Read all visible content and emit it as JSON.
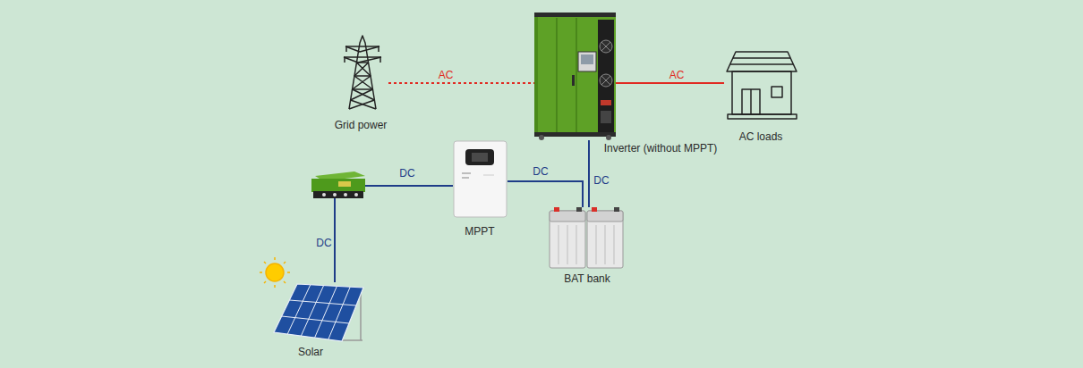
{
  "diagram": {
    "nodes": [
      {
        "text": [
          "Grid power"
        ]
      },
      {
        "text": [
          "Inverter (without MPPT)"
        ]
      },
      {
        "text": [
          "AC loads"
        ]
      },
      {
        "text": [
          "MPPT"
        ]
      },
      {
        "text": [
          "BAT bank"
        ]
      },
      {
        "text": [
          "Solar"
        ]
      }
    ],
    "edges": [
      {
        "from": 0,
        "to": 1,
        "label": "AC",
        "arrow": "none"
      },
      {
        "from": 1,
        "to": 2,
        "label": "AC",
        "arrow": "none"
      },
      {
        "from": 5,
        "to": 3,
        "label": "DC",
        "arrow": "none"
      },
      {
        "from": 3,
        "to": 4,
        "label": "DC",
        "arrow": "none"
      },
      {
        "from": 1,
        "to": 4,
        "label": "DC",
        "arrow": "none"
      }
    ],
    "labels": [
      "DC"
    ]
  }
}
